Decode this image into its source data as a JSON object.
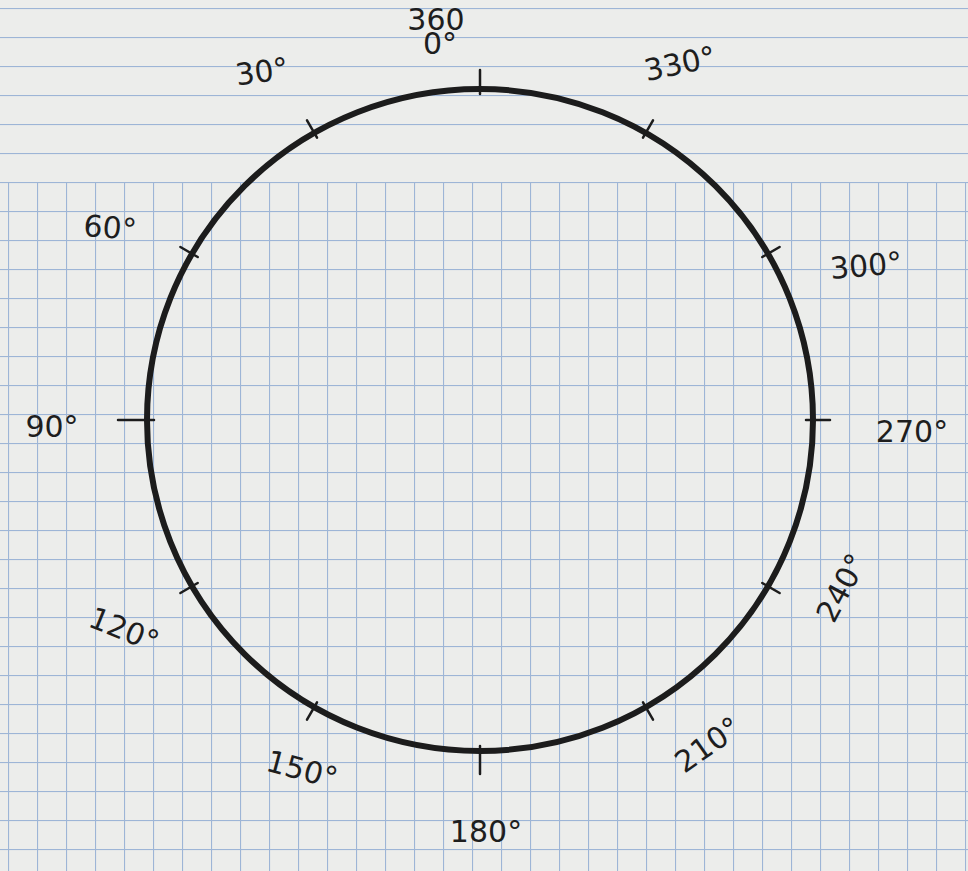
{
  "diagram": {
    "labels": [
      "360",
      "0°",
      "30°",
      "330°",
      "60°",
      "300°",
      "90°",
      "270°",
      "120°",
      "240°",
      "150°",
      "210°",
      "180°"
    ]
  }
}
